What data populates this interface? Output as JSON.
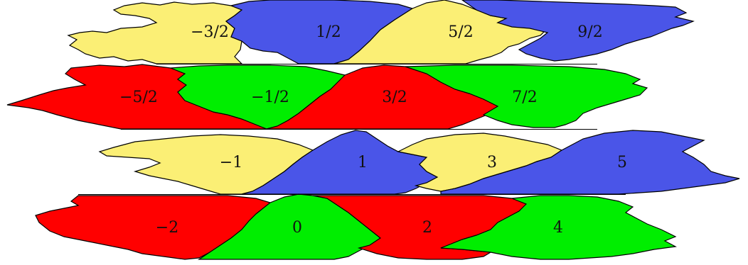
{
  "colors": {
    "yellow": "#fbef75",
    "blue": "#4a55e8",
    "red": "#ff0000",
    "green": "#00ee00",
    "outline": "#000000"
  },
  "bands": [
    {
      "name": "half-integers-upper",
      "colors": [
        "yellow",
        "blue"
      ],
      "labels": [
        "−3/2",
        "1/2",
        "5/2",
        "9/2"
      ]
    },
    {
      "name": "half-integers-lower",
      "colors": [
        "red",
        "green"
      ],
      "labels": [
        "−5/2",
        "−1/2",
        "3/2",
        "7/2"
      ]
    },
    {
      "name": "odd-integers",
      "colors": [
        "yellow",
        "blue"
      ],
      "labels": [
        "−1",
        "1",
        "3",
        "5"
      ]
    },
    {
      "name": "even-integers",
      "colors": [
        "red",
        "green"
      ],
      "labels": [
        "−2",
        "0",
        "2",
        "4"
      ]
    }
  ]
}
